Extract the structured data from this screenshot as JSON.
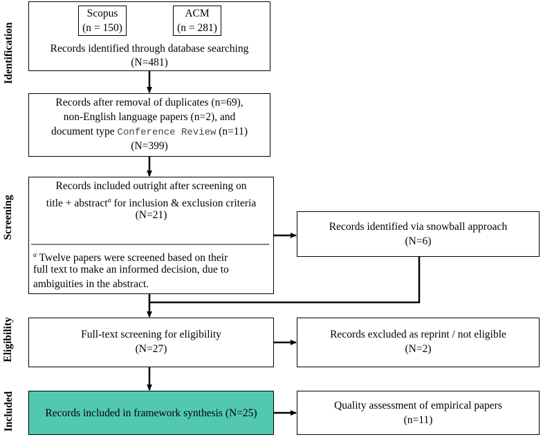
{
  "stages": {
    "identification": "Identification",
    "screening": "Screening",
    "eligibility": "Eligibility",
    "included": "Included"
  },
  "databases": {
    "scopus": {
      "name": "Scopus",
      "count": "(n = 150)"
    },
    "acm": {
      "name": "ACM",
      "count": "(n = 281)"
    }
  },
  "identified": {
    "line1": "Records identified through database searching",
    "line2": "(N=481)"
  },
  "after_removal": {
    "line1": "Records after removal of duplicates (n=69),",
    "line2": "non-English language papers (n=2), and",
    "line3_pre": "document type",
    "line3_mono": "Conference Review",
    "line3_post": "(n=11)",
    "line4": "(N=399)"
  },
  "outright": {
    "line1": "Records included outright after screening on",
    "line2_pre": "title + abstract",
    "line2_sup": "a",
    "line2_post": " for inclusion & exclusion criteria",
    "line3": "(N=21)",
    "footnote_mark": "a",
    "footnote_line1": "Twelve papers were screened based on their",
    "footnote_line2": "full text to make an informed decision, due to",
    "footnote_line3": "ambiguities in the abstract."
  },
  "snowball": {
    "line1": "Records identified via snowball approach",
    "line2": "(N=6)"
  },
  "fulltext": {
    "line1": "Full-text screening for eligibility",
    "line2": "(N=27)"
  },
  "excluded": {
    "line1": "Records excluded as reprint / not eligible",
    "line2": "(N=2)"
  },
  "synthesis": {
    "line1": "Records included in framework synthesis (N=25)"
  },
  "quality": {
    "line1": "Quality assessment of empirical papers",
    "line2": "(n=11)"
  },
  "colors": {
    "included_fill": "#53c8b1",
    "line": "#000000"
  }
}
